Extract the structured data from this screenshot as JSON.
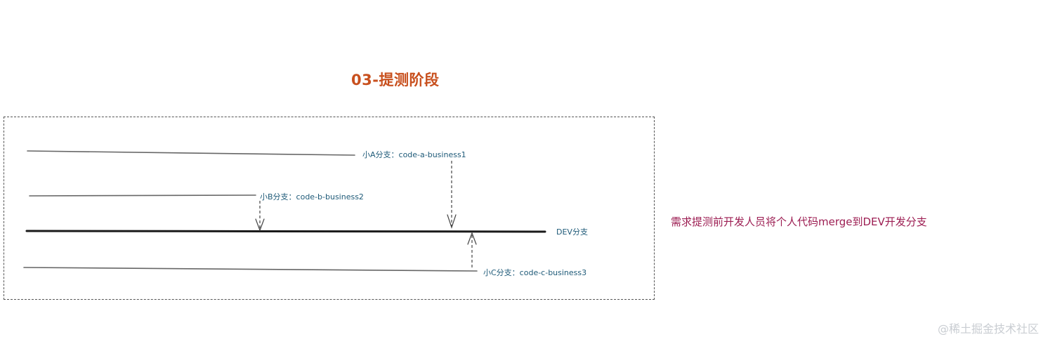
{
  "title": "03-提测阶段",
  "branches": {
    "a": "小A分支：code-a-business1",
    "b": "小B分支：code-b-business2",
    "c": "小C分支：code-c-business3",
    "dev": "DEV分支"
  },
  "note": "需求提测前开发人员将个人代码merge到DEV开发分支",
  "watermark": "@稀土掘金技术社区",
  "colors": {
    "title": "#c8501e",
    "label": "#1e5a78",
    "note": "#9c1d52",
    "line": "#555555",
    "dev_line": "#1a1a1a",
    "watermark": "#c9cdd2"
  }
}
